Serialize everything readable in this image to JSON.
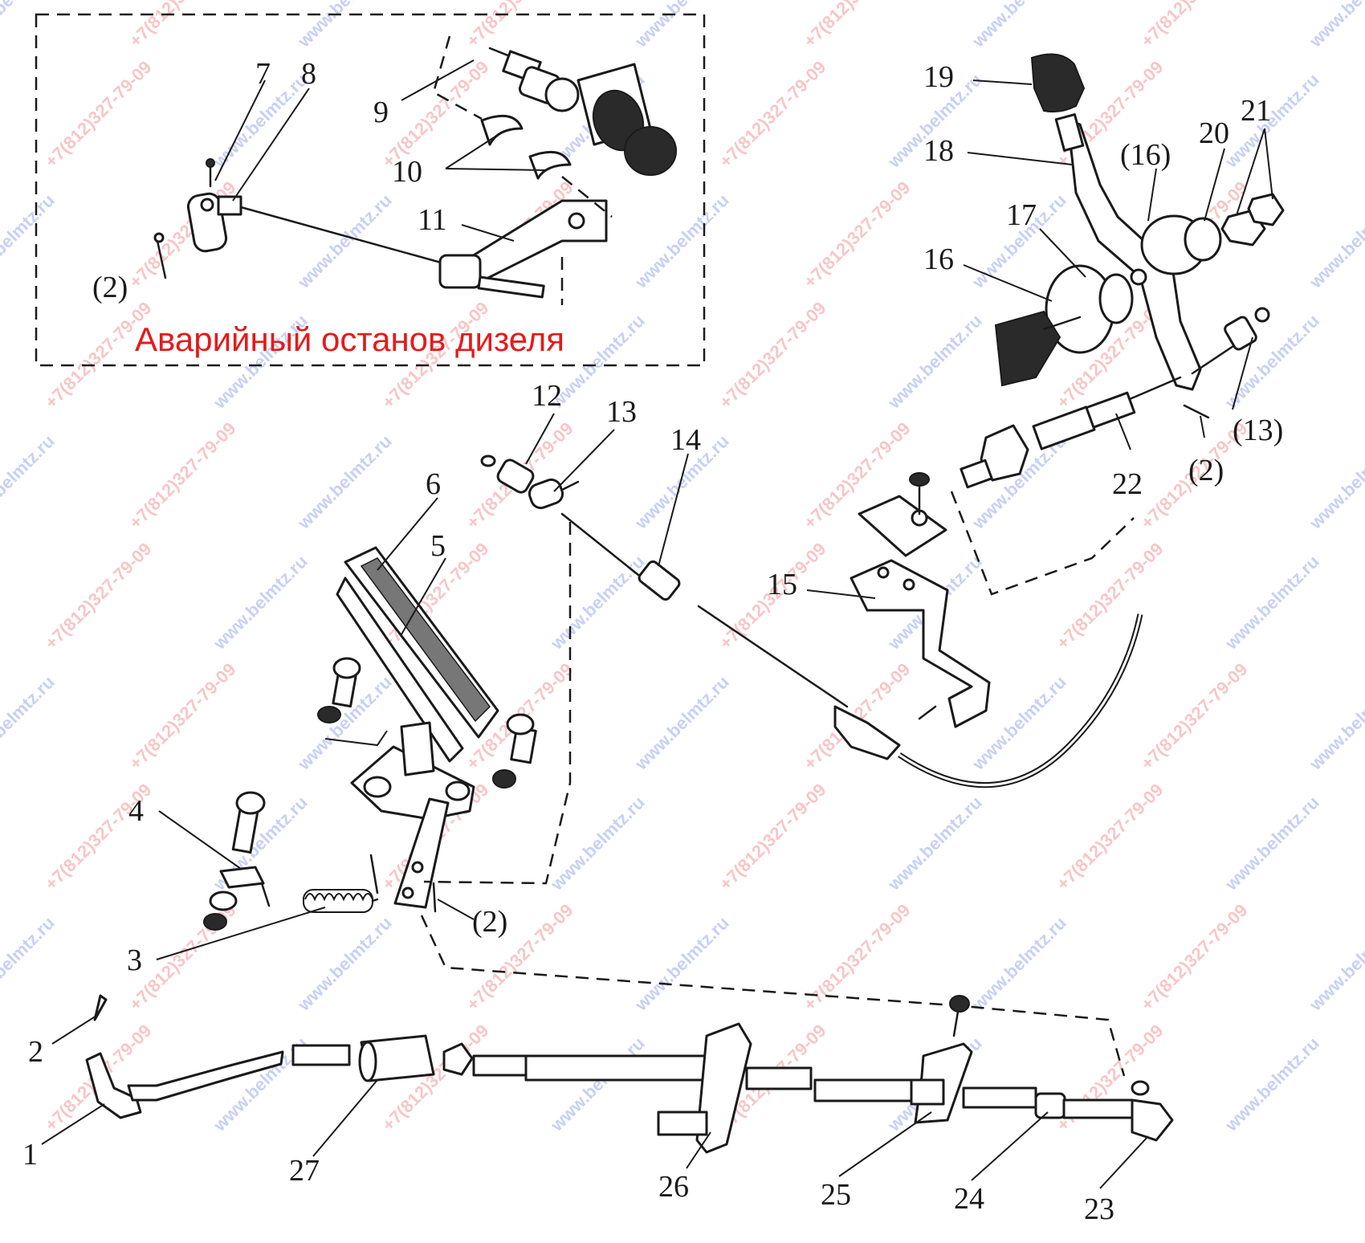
{
  "inset": {
    "title": "Аварийный останов дизеля",
    "labels": [
      "7",
      "8",
      "9",
      "10",
      "11",
      "(2)"
    ]
  },
  "callouts": {
    "n1": "1",
    "n2": "2",
    "n3": "3",
    "n4": "4",
    "n5": "5",
    "n6": "6",
    "n12": "12",
    "n13": "13",
    "n14": "14",
    "n15": "15",
    "n16": "16",
    "n16b": "(16)",
    "n17": "17",
    "n18": "18",
    "n19": "19",
    "n20": "20",
    "n21": "21",
    "n22": "22",
    "n13b": "(13)",
    "n23": "23",
    "n24": "24",
    "n25": "25",
    "n26": "26",
    "n27": "27",
    "p2a": "(2)",
    "p2b": "(2)"
  },
  "watermarks": {
    "site": "www.belmtz.ru",
    "phone": "+7(812)327-79-09"
  }
}
